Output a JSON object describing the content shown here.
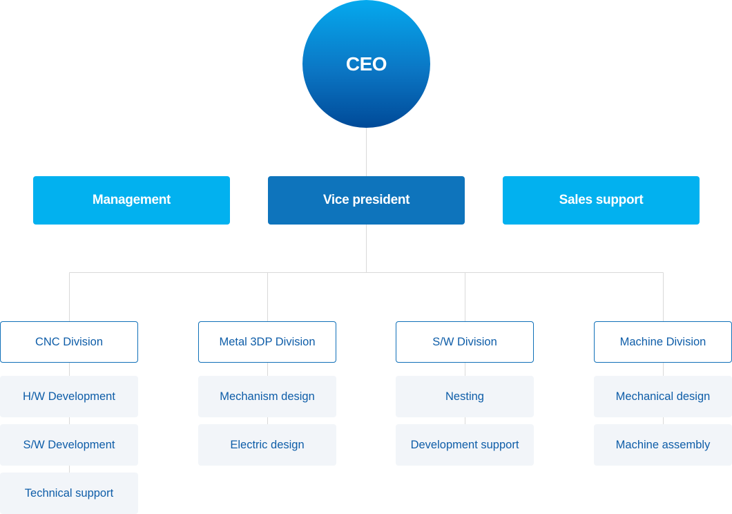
{
  "colors": {
    "ceo_gradient": [
      "#05a9ee",
      "#0b76c4",
      "#004a98"
    ],
    "light_blue": "#02b1ef",
    "dark_blue": "#0e74bc",
    "division_border": "#0e6fb8",
    "text_blue": "#0e5da8",
    "sub_bg": "#f2f5f9",
    "connector": "#d9d9d9"
  },
  "ceo": {
    "label": "CEO"
  },
  "top": {
    "management": "Management",
    "vice_president": "Vice president",
    "sales_support": "Sales support"
  },
  "divisions": [
    {
      "name": "CNC Division",
      "teams": [
        "H/W Development",
        "S/W Development",
        "Technical support"
      ]
    },
    {
      "name": "Metal 3DP Division",
      "teams": [
        "Mechanism design",
        "Electric design"
      ]
    },
    {
      "name": "S/W Division",
      "teams": [
        "Nesting",
        "Development support"
      ]
    },
    {
      "name": "Machine Division",
      "teams": [
        "Mechanical design",
        "Machine assembly"
      ]
    }
  ]
}
